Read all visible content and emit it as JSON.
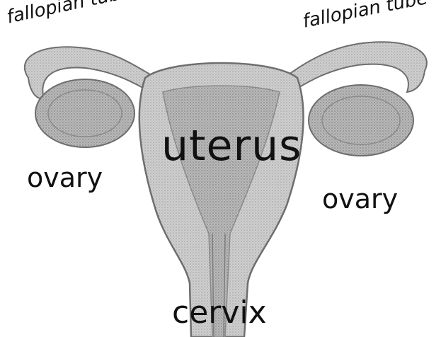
{
  "labels": {
    "fallopian_tube_left": "fallopian tube",
    "fallopian_tube_right": "fallopian tube",
    "uterus": "uterus",
    "ovary_left": "ovary",
    "ovary_right": "ovary",
    "cervix": "cervix"
  },
  "colors": {
    "background": "#ffffff",
    "tissue_fill": "#c9c9c9",
    "tissue_dark": "#a8a8a8",
    "outline": "#6e6e6e",
    "text": "#111111"
  }
}
